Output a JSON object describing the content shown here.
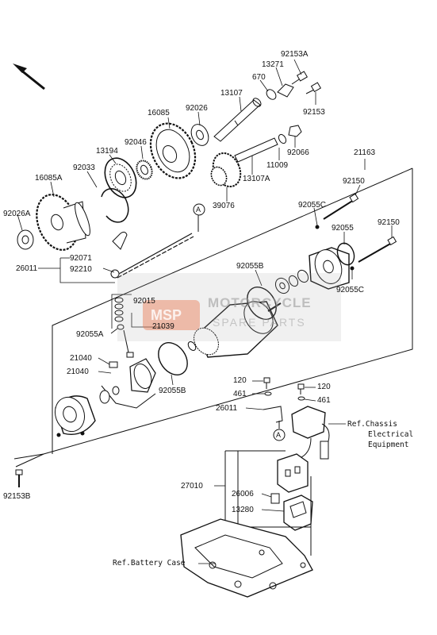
{
  "labels": {
    "p92153A": "92153A",
    "p13271": "13271",
    "p670": "670",
    "p13107": "13107",
    "p92153": "92153",
    "p92026": "92026",
    "p16085": "16085",
    "p92046": "92046",
    "p92066": "92066",
    "p13194": "13194",
    "p11009": "11009",
    "p13107A": "13107A",
    "p92033": "92033",
    "p21163": "21163",
    "p16085A": "16085A",
    "p39076": "39076",
    "p92150a": "92150",
    "pA1": "A",
    "p92055C_a": "92055C",
    "p92026A": "92026A",
    "p92055": "92055",
    "p92150b": "92150",
    "p92071": "92071",
    "p26011a": "26011",
    "p92210": "92210",
    "p92055B_a": "92055B",
    "p92055C_b": "92055C",
    "p92015": "92015",
    "p92055A": "92055A",
    "p21039": "21039",
    "p21040a": "21040",
    "p21040b": "21040",
    "p92055B_b": "92055B",
    "p120a": "120",
    "p120b": "120",
    "p461a": "461",
    "p461b": "461",
    "p26011b": "26011",
    "pA2": "A",
    "p92153B": "92153B",
    "p27010": "27010",
    "p26006": "26006",
    "p13280": "13280"
  },
  "refs": {
    "chassis_1": "Ref.Chassis",
    "chassis_2": "Electrical",
    "chassis_3": "Equipment",
    "battery": "Ref.Battery Case"
  },
  "watermark": {
    "logo": "MSP",
    "line1": "MOTORCYCLE",
    "line2": "SPARE PARTS"
  },
  "colors": {
    "line": "#111111",
    "watermark_bg": "#aaaaaa",
    "watermark_logo": "#e87850"
  }
}
